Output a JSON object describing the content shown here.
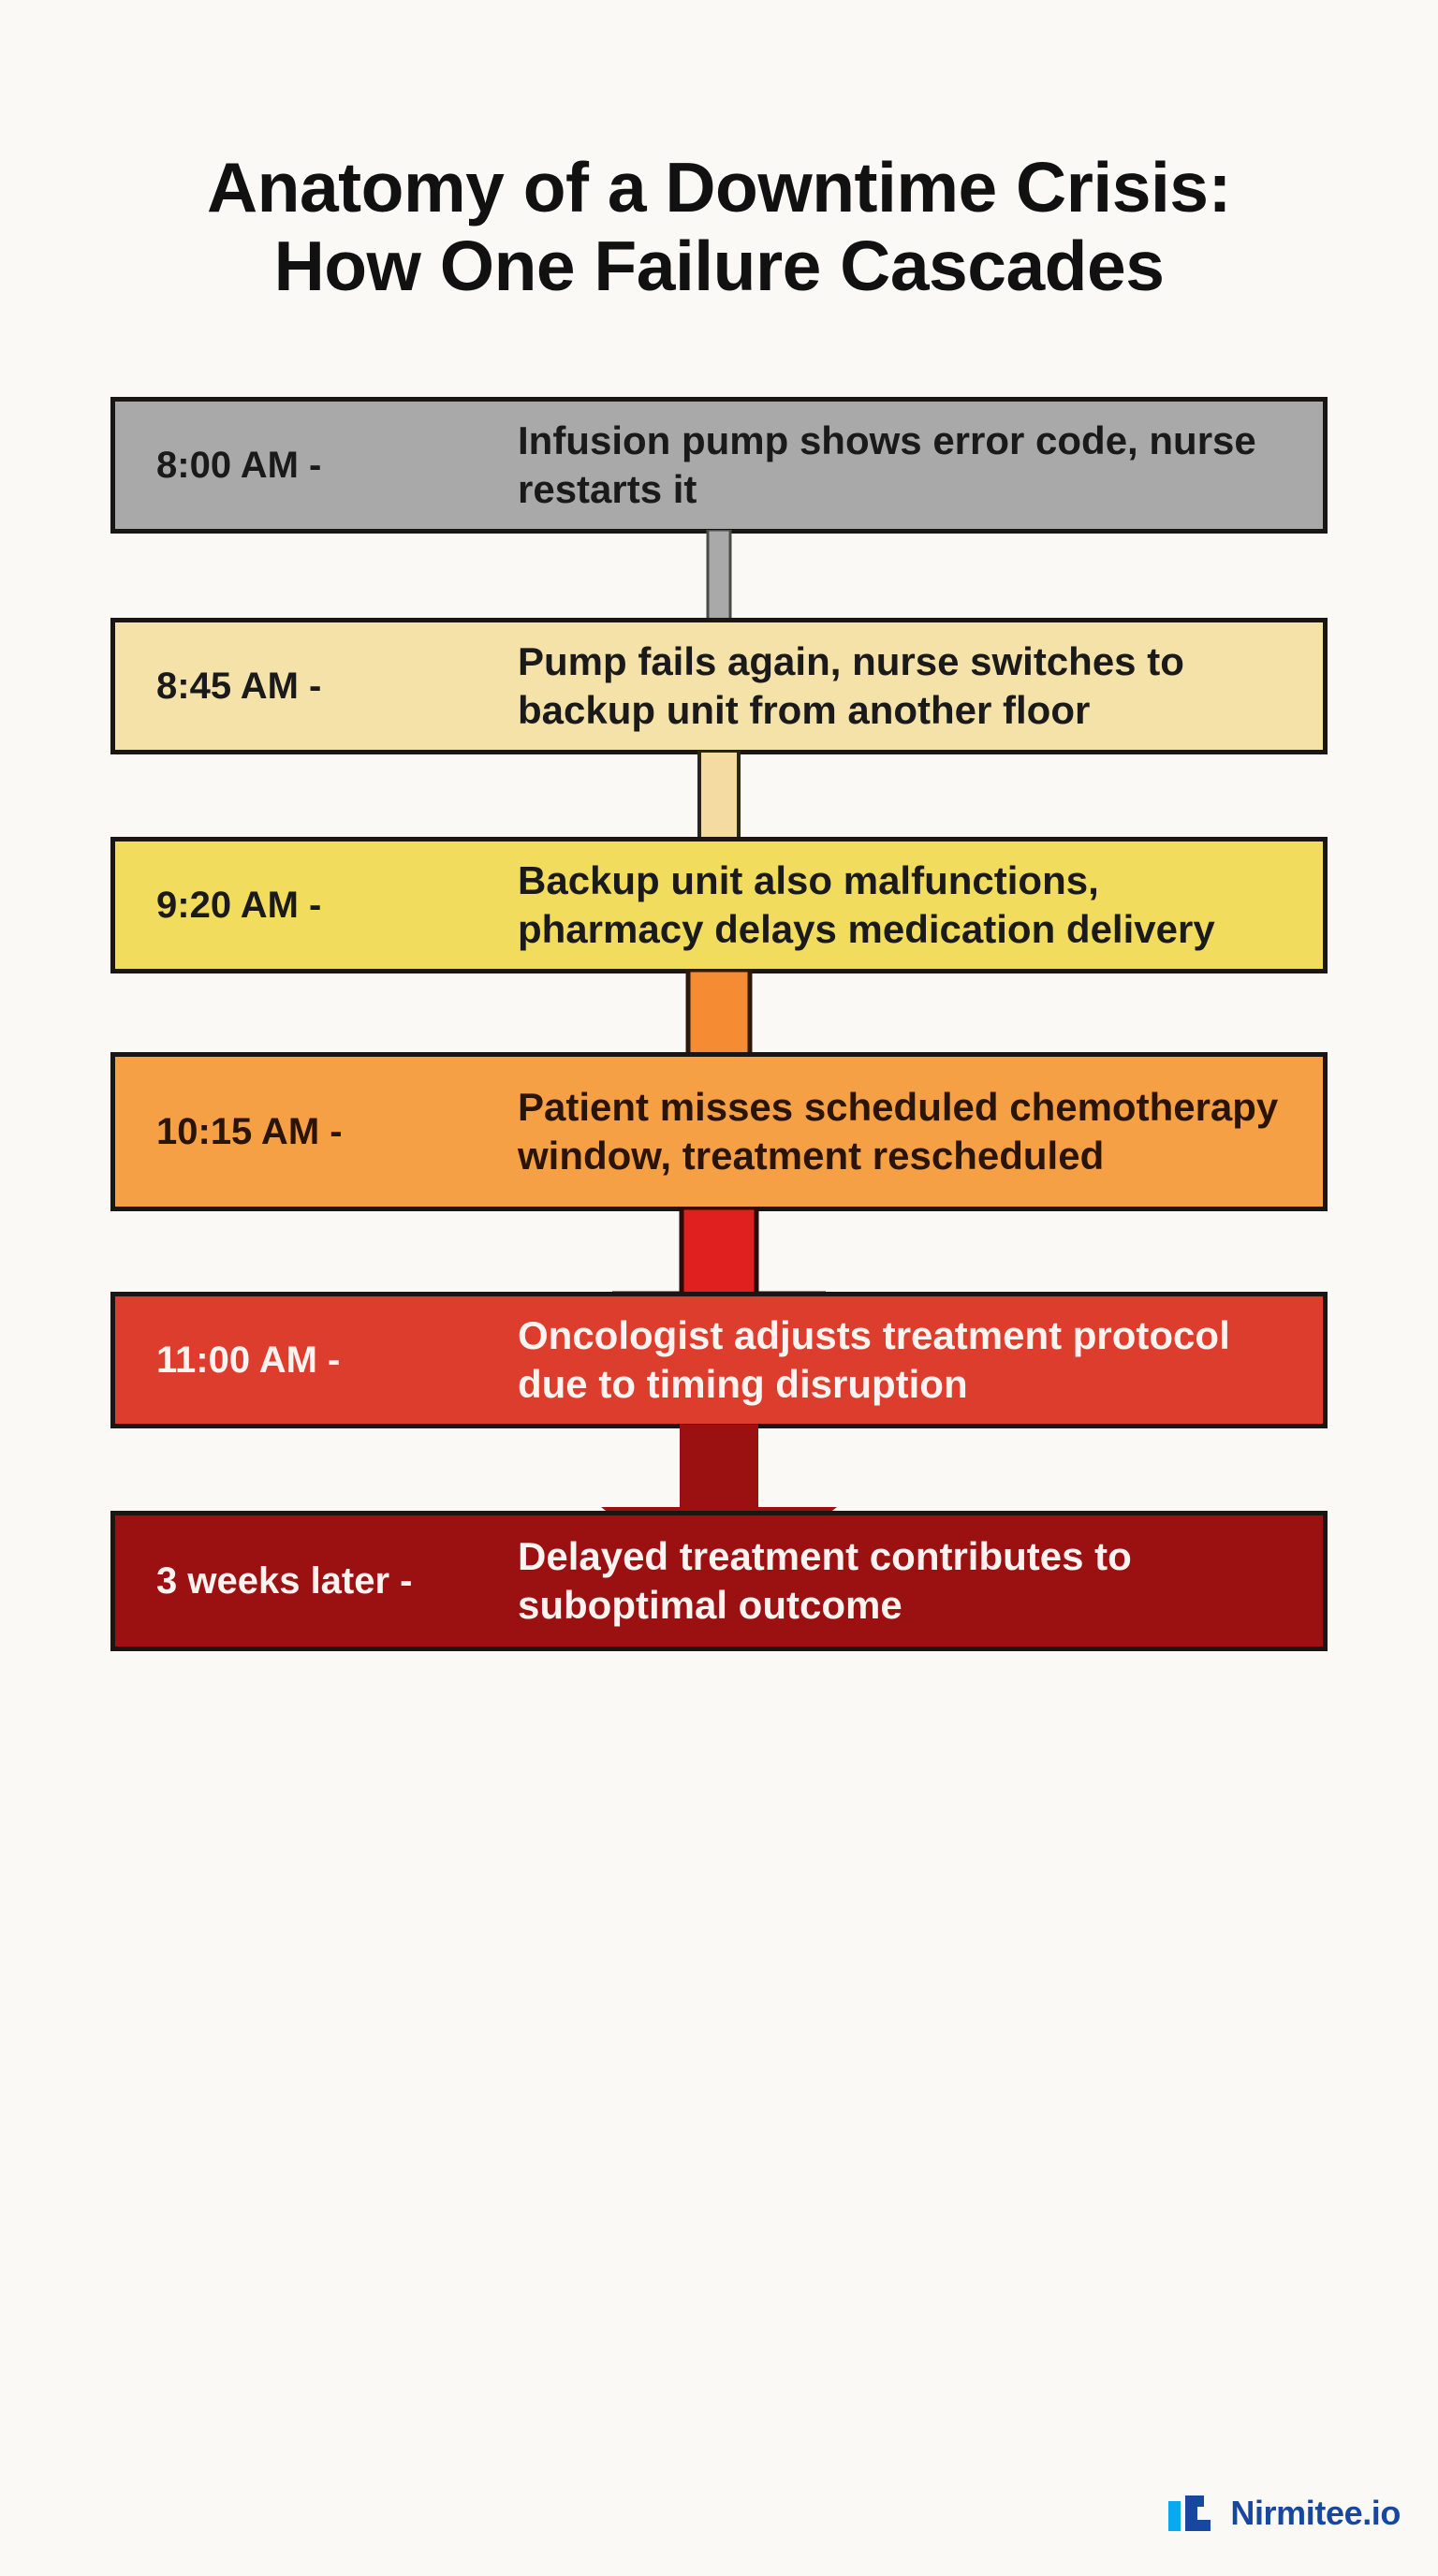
{
  "title": {
    "line1": "Anatomy of a Downtime Crisis:",
    "line2": "How One Failure Cascades"
  },
  "steps": [
    {
      "time": "8:00 AM -",
      "description": "Infusion pump shows error code, nurse restarts it",
      "fill": "#a9a9a9",
      "text_color": "#1a1a1a"
    },
    {
      "time": "8:45 AM -",
      "description": "Pump fails again, nurse switches to backup unit from another floor",
      "fill": "#f4e2a8",
      "text_color": "#1a1a1a"
    },
    {
      "time": "9:20 AM -",
      "description": "Backup unit also malfunctions, pharmacy delays medication delivery",
      "fill": "#f2dc5d",
      "text_color": "#1a1a1a"
    },
    {
      "time": "10:15 AM -",
      "description": "Patient misses scheduled chemotherapy window, treatment rescheduled",
      "fill": "#f5a044",
      "text_color": "#2a1405"
    },
    {
      "time": "11:00 AM -",
      "description": "Oncologist adjusts treatment protocol due to timing disruption",
      "fill": "#dd3d2c",
      "text_color": "#fdf3f1"
    },
    {
      "time": "3 weeks later -",
      "description": "Delayed treatment contributes to suboptimal outcome",
      "fill": "#9b1111",
      "text_color": "#fdf3f1"
    }
  ],
  "arrows": [
    {
      "fill": "#a9a9a9",
      "label": "arrow-gray"
    },
    {
      "fill": "#f4dba1",
      "label": "arrow-cream"
    },
    {
      "fill": "#f58b33",
      "label": "arrow-orange"
    },
    {
      "fill": "#e01f1f",
      "label": "arrow-red"
    },
    {
      "fill": "#9b1111",
      "label": "arrow-darkred"
    }
  ],
  "footer": {
    "brand": "Nirmitee.io",
    "mark_color_light": "#0aa8f0",
    "mark_color_dark": "#17479e",
    "text_color": "#17479e"
  },
  "canvas": {
    "background": "#faf9f6",
    "border_color": "#1a1614"
  }
}
